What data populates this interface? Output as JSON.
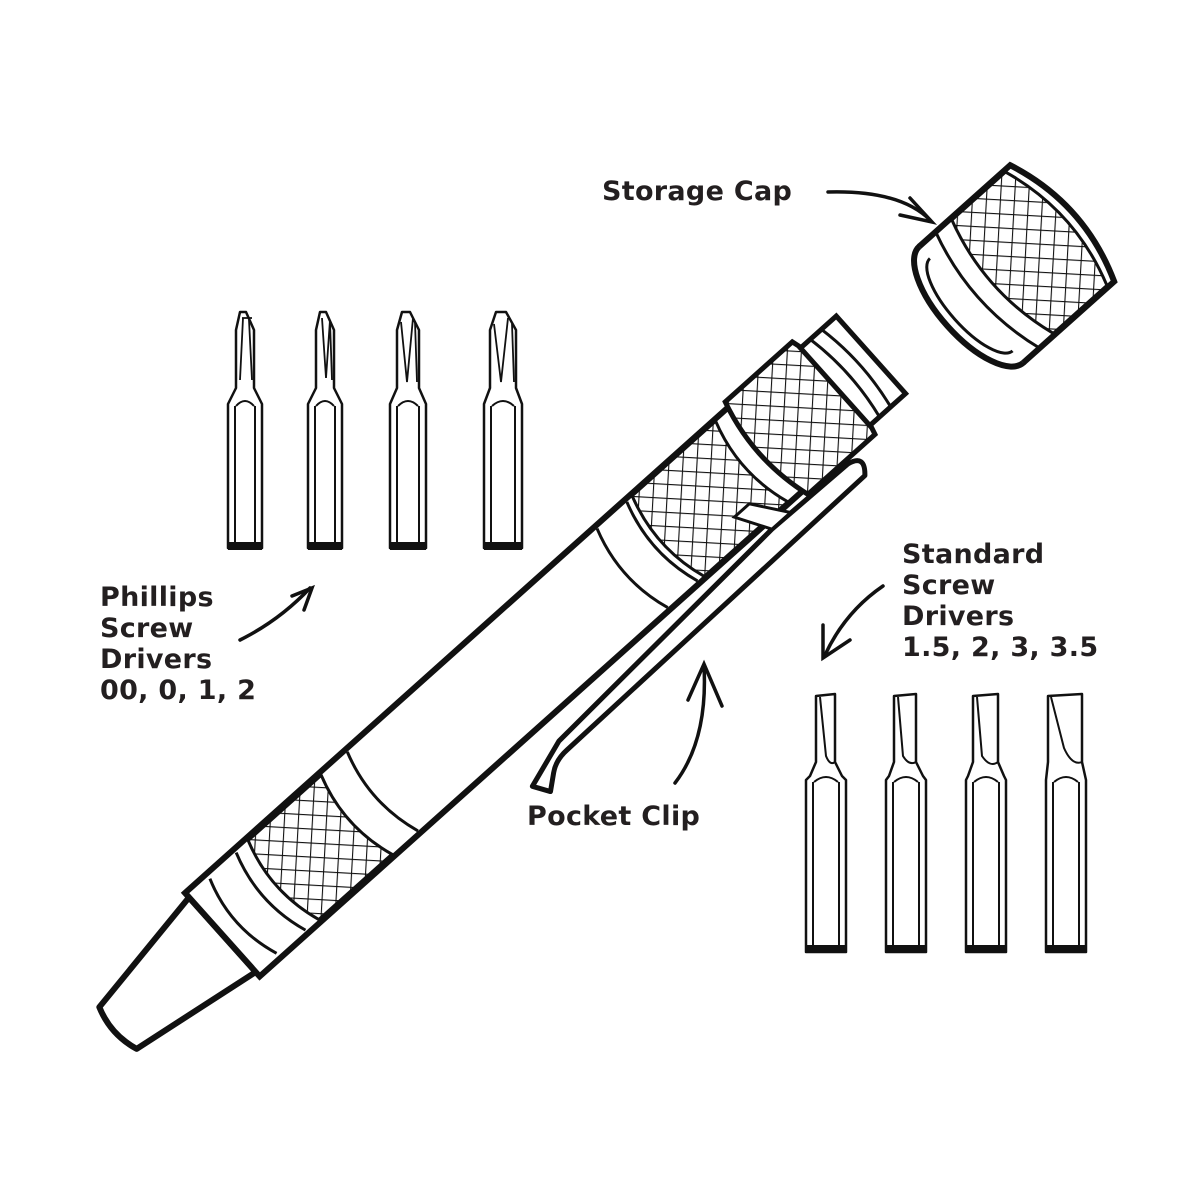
{
  "diagram": {
    "subject": "Pen-style precision screwdriver set",
    "colors": {
      "stroke": "#111111",
      "text": "#231f20",
      "background": "#ffffff"
    }
  },
  "labels": {
    "storage_cap": {
      "text": "Storage Cap"
    },
    "pocket_clip": {
      "text": "Pocket Clip"
    },
    "phillips": {
      "lines": [
        "Phillips",
        "Screw",
        "Drivers",
        "00, 0, 1, 2"
      ]
    },
    "standard": {
      "lines": [
        "Standard",
        "Screw",
        "Drivers",
        "1.5, 2, 3, 3.5"
      ]
    }
  },
  "bits": {
    "phillips": [
      {
        "size": "00"
      },
      {
        "size": "0"
      },
      {
        "size": "1"
      },
      {
        "size": "2"
      }
    ],
    "standard": [
      {
        "size": "1.5"
      },
      {
        "size": "2"
      },
      {
        "size": "3"
      },
      {
        "size": "3.5"
      }
    ]
  }
}
